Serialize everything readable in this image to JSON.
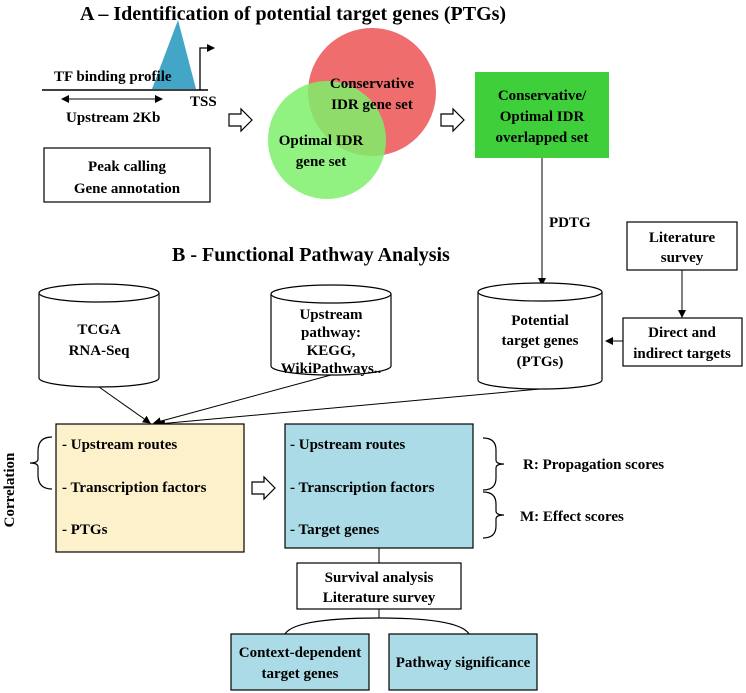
{
  "section_a": {
    "title": "A – Identification of potential target genes (PTGs)"
  },
  "profile": {
    "label": "TF binding profile",
    "tss": "TSS",
    "upstream": "Upstream 2Kb"
  },
  "peak_box": {
    "line1": "Peak calling",
    "line2": "Gene annotation"
  },
  "venn": {
    "conservative_line1": "Conservative",
    "conservative_line2": "IDR gene set",
    "optimal_line1": "Optimal IDR",
    "optimal_line2": "gene set"
  },
  "overlap_box": {
    "line1": "Conservative/",
    "line2": "Optimal IDR",
    "line3": "overlapped set"
  },
  "pdtg": "PDTG",
  "section_b": {
    "title": "B - Functional Pathway Analysis"
  },
  "literature_top": {
    "line1": "Literature",
    "line2": "survey"
  },
  "direct_box": {
    "line1": "Direct and",
    "line2": "indirect targets"
  },
  "db_tcga": {
    "line1": "TCGA",
    "line2": "RNA-Seq"
  },
  "db_pathway": {
    "line1": "Upstream",
    "line2": "pathway:",
    "line3": "KEGG,",
    "line4": "WikiPathways.."
  },
  "db_ptg": {
    "line1": "Potential",
    "line2": "target genes",
    "line3": "(PTGs)"
  },
  "correlation": "Correlation",
  "left_box": {
    "item1": "- Upstream routes",
    "item2": "- Transcription factors",
    "item3": "- PTGs"
  },
  "right_box": {
    "item1": "- Upstream routes",
    "item2": "- Transcription factors",
    "item3": "- Target genes"
  },
  "scores": {
    "r": "R: Propagation scores",
    "m": "M: Effect scores"
  },
  "survival_box": {
    "line1": "Survival analysis",
    "line2": "Literature survey"
  },
  "context_box": {
    "line1": "Context-dependent",
    "line2": "target genes"
  },
  "significance_box": {
    "label": "Pathway significance"
  },
  "colors": {
    "peak_blue": "#44a6c6",
    "venn_red": "#ef6d6d",
    "venn_green": "#7ff06b",
    "overlap_green": "#3fcf3a",
    "left_box_fill": "#fdf1cb",
    "blue_box_fill": "#abdbe6"
  }
}
